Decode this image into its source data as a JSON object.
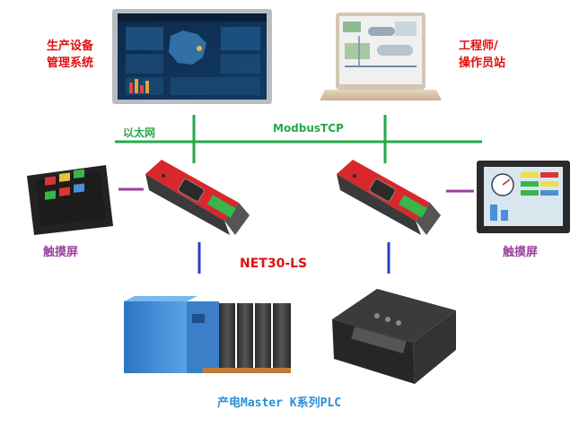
{
  "labels": {
    "mes_line1": "生产设备",
    "mes_line2": "管理系统",
    "eng_line1": "工程师/",
    "eng_line2": "操作员站",
    "ethernet": "以太网",
    "modbus": "ModbusTCP",
    "hmi_left": "触摸屏",
    "hmi_right": "触摸屏",
    "gateway": "NET30-LS",
    "plc": "产电Master K系列PLC"
  },
  "colors": {
    "network_line": "#27a84a",
    "hmi_link": "#9b3fa0",
    "plc_link": "#2b3fc4",
    "gateway_red": "#d8282c",
    "label_red": "#e01010",
    "label_blue": "#2a8fd8"
  },
  "icons": {
    "mes_monitor": "dashboard-monitor-icon",
    "laptop": "laptop-icon",
    "gateway": "din-rail-gateway-icon",
    "hmi": "touch-panel-icon",
    "plc_modular": "modular-plc-icon",
    "plc_compact": "compact-plc-icon"
  }
}
